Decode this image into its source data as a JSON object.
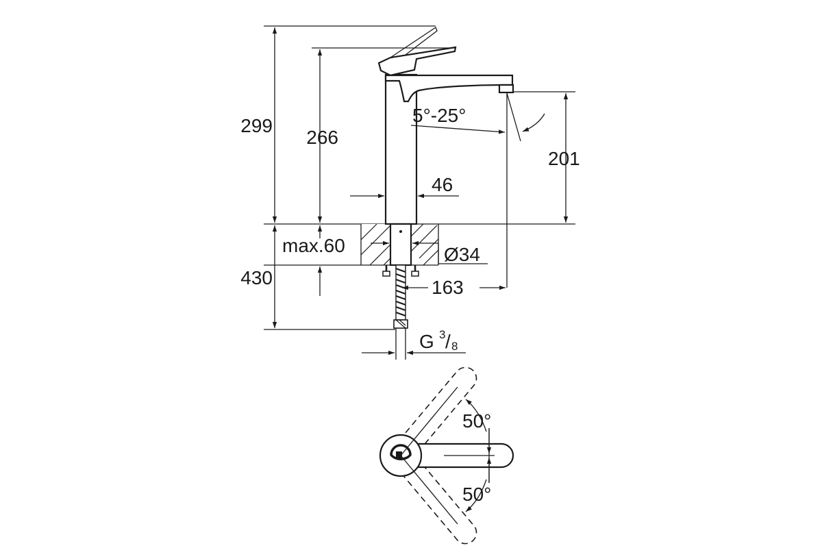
{
  "drawing": {
    "side_view": {
      "total_height": "299",
      "lever_height": "266",
      "spout_height": "201",
      "spout_angle": "5°-25°",
      "body_diameter": "46",
      "max_deck_thickness": "max.60",
      "hole_diameter": "Ø34",
      "spout_reach": "163",
      "hose_length": "430",
      "connection_thread_main": "G",
      "connection_thread_frac_num": "3",
      "connection_thread_frac_den": "8"
    },
    "top_view": {
      "rotation_upper": "50°",
      "rotation_lower": "50°"
    }
  }
}
